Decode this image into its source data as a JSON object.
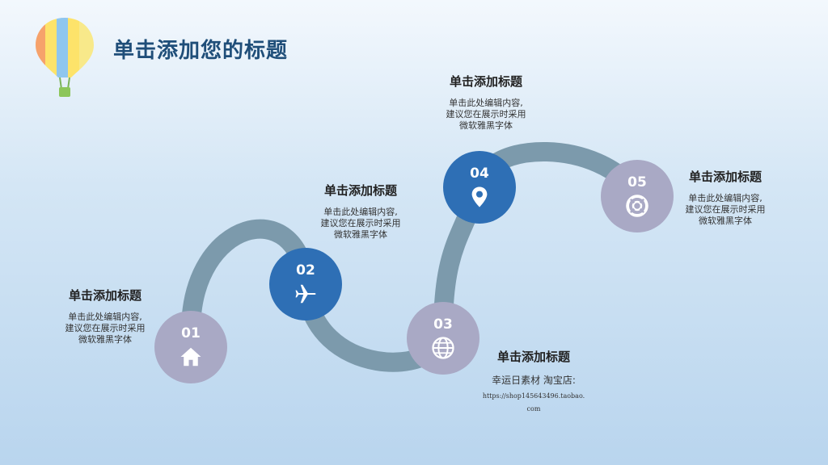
{
  "page": {
    "title": "单击添加您的标题"
  },
  "colors": {
    "path": "#7c9aac",
    "blue_node": "#2e6fb5",
    "gray_node": "#a9a9c5",
    "title": "#1f4e79"
  },
  "steps": [
    {
      "num": "01",
      "icon": "home-icon",
      "title": "单击添加标题",
      "desc": [
        "单击此处编辑内容,",
        "建议您在展示时采用",
        "微软雅黑字体"
      ]
    },
    {
      "num": "02",
      "icon": "airplane-icon",
      "title": "单击添加标题",
      "desc": [
        "单击此处编辑内容,",
        "建议您在展示时采用",
        "微软雅黑字体"
      ]
    },
    {
      "num": "03",
      "icon": "globe-icon",
      "title": "单击添加标题",
      "shop": "幸运日素材 淘宝店:",
      "url": [
        "https://shop145643496.taobao.",
        "com"
      ]
    },
    {
      "num": "04",
      "icon": "map-pin-icon",
      "title": "单击添加标题",
      "desc": [
        "单击此处编辑内容,",
        "建议您在展示时采用",
        "微软雅黑字体"
      ]
    },
    {
      "num": "05",
      "icon": "lifebuoy-icon",
      "title": "单击添加标题",
      "desc": [
        "单击此处编辑内容,",
        "建议您在展示时采用",
        "微软雅黑字体"
      ]
    }
  ]
}
